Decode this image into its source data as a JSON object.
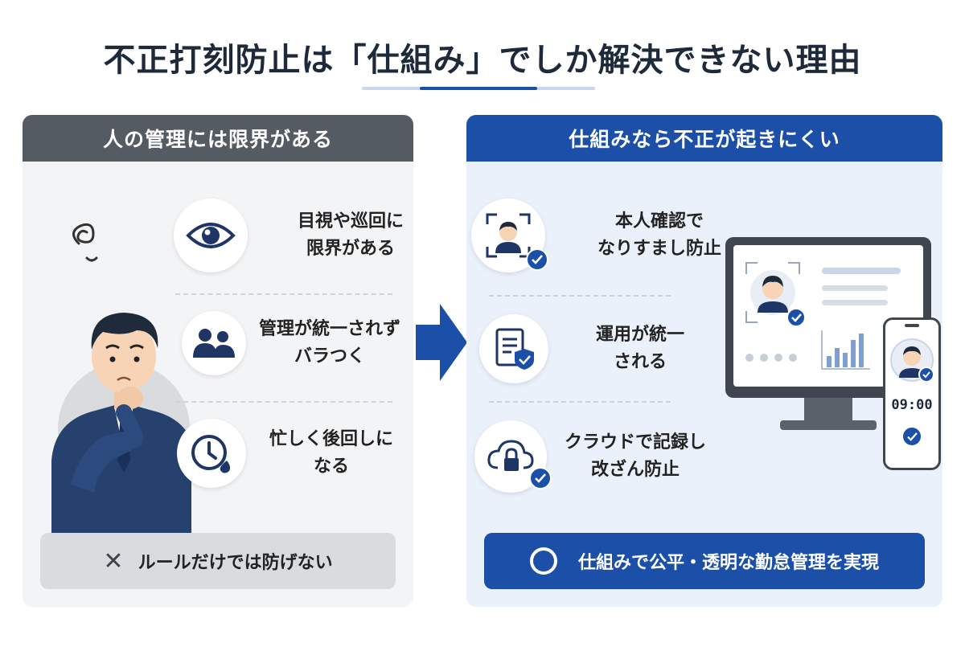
{
  "title": "不正打刻防止は「仕組み」でしか解決できない理由",
  "left_panel": {
    "heading": "人の管理には限界がある",
    "items": [
      {
        "line1": "目視や巡回に",
        "line2": "限界がある",
        "icon": "eye-icon"
      },
      {
        "line1": "管理が統一されず",
        "line2": "バラつく",
        "icon": "people-icon"
      },
      {
        "line1": "忙しく後回しに",
        "line2": "なる",
        "icon": "clock-icon"
      }
    ],
    "footer": {
      "mark": "✕",
      "text": "ルールだけでは防げない"
    }
  },
  "right_panel": {
    "heading": "仕組みなら不正が起きにくい",
    "items": [
      {
        "line1": "本人確認で",
        "line2": "なりすまし防止",
        "icon": "face-verify-icon"
      },
      {
        "line1": "運用が統一",
        "line2": "される",
        "icon": "document-shield-icon"
      },
      {
        "line1": "クラウドで記録し",
        "line2": "改ざん防止",
        "icon": "cloud-lock-icon"
      }
    ],
    "footer": {
      "mark": "○",
      "text": "仕組みで公平・透明な勤怠管理を実現"
    }
  },
  "phone": {
    "time": "09:00"
  },
  "colors": {
    "accent": "#1c4fa8",
    "gray_header": "#555b63",
    "left_bg": "#f3f4f6",
    "right_bg": "#eaf1fb"
  }
}
